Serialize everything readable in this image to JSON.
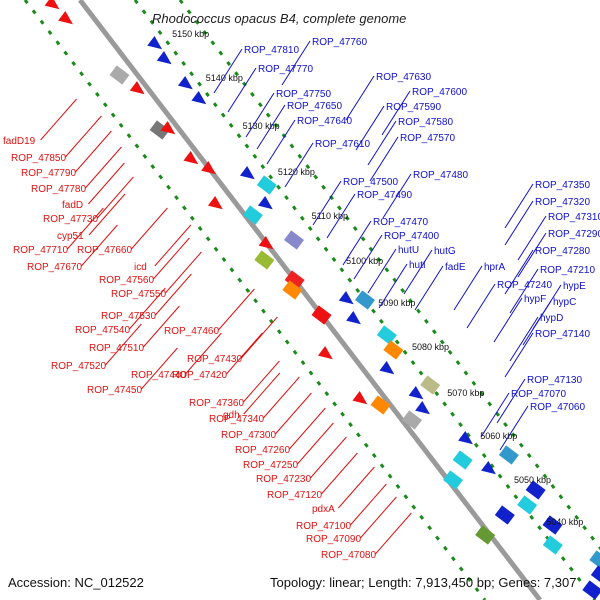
{
  "title": "Rhodococcus opacus B4, complete genome",
  "accession_label": "Accession: NC_012522",
  "summary_label": "Topology: linear; Length: 7,913,450 bp; Genes: 7,307",
  "colors": {
    "backbone": "#9a9a9a",
    "dots": "#1a8a1a",
    "right_label": "#1010cc",
    "left_label": "#dd1111"
  },
  "kbp_ticks": [
    "5150 kbp",
    "5140 kbp",
    "5130 kbp",
    "5120 kbp",
    "5110 kbp",
    "5100 kbp",
    "5090 kbp",
    "5080 kbp",
    "5070 kbp",
    "5060 kbp",
    "5050 kbp",
    "5040 kbp"
  ],
  "right_labels": [
    "ROP_47760",
    "ROP_47810",
    "ROP_47770",
    "ROP_47750",
    "ROP_47650",
    "ROP_47640",
    "ROP_47630",
    "ROP_47600",
    "ROP_47590",
    "ROP_47580",
    "ROP_47570",
    "ROP_47610",
    "ROP_47480",
    "ROP_47500",
    "ROP_47490",
    "ROP_47350",
    "ROP_47320",
    "ROP_47470",
    "ROP_47310",
    "ROP_47400",
    "ROP_47290",
    "hutU",
    "hutG",
    "ROP_47280",
    "hutI",
    "fadE",
    "hprA",
    "ROP_47210",
    "ROP_47240",
    "hypE",
    "hypF",
    "hypC",
    "hypD",
    "ROP_47140",
    "ROP_47130",
    "ROP_47070",
    "ROP_47060"
  ],
  "left_labels": [
    "fadD19",
    "ROP_47850",
    "ROP_47790",
    "ROP_47780",
    "fadD",
    "ROP_47730",
    "cyp51",
    "ROP_47710",
    "ROP_47660",
    "ROP_47670",
    "icd",
    "ROP_47560",
    "ROP_47550",
    "ROP_47530",
    "ROP_47540",
    "ROP_47460",
    "ROP_47510",
    "ROP_47430",
    "ROP_47520",
    "ROP_47440",
    "ROP_47420",
    "ROP_47450",
    "gdh",
    "ROP_47360",
    "ROP_47340",
    "ROP_47300",
    "ROP_47260",
    "ROP_47250",
    "ROP_47230",
    "ROP_47120",
    "pdxA",
    "ROP_47100",
    "ROP_47090",
    "ROP_47080"
  ]
}
